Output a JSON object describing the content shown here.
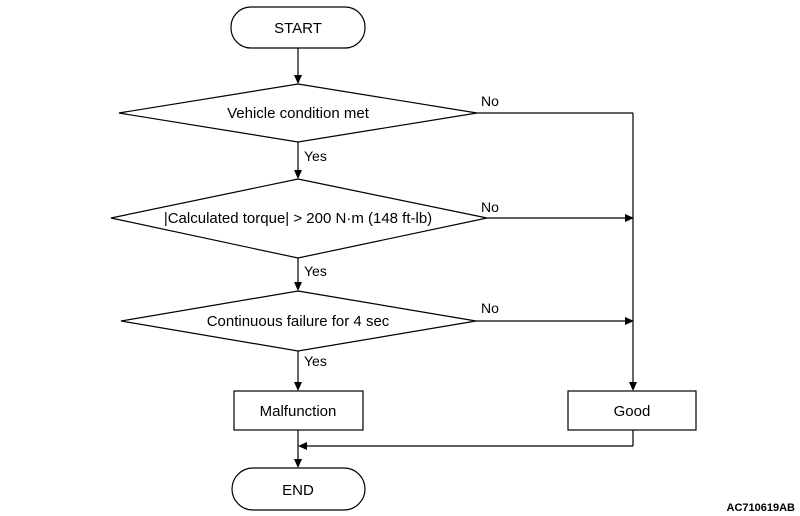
{
  "diagram": {
    "start_label": "START",
    "end_label": "END",
    "decisions": [
      {
        "label": "Vehicle condition met",
        "no_label": "No",
        "yes_label": "Yes"
      },
      {
        "label": "|Calculated torque| > 200 N·m (148 ft-lb)",
        "no_label": "No",
        "yes_label": "Yes"
      },
      {
        "label": "Continuous failure for 4 sec",
        "no_label": "No",
        "yes_label": "Yes"
      }
    ],
    "malfunction_label": "Malfunction",
    "good_label": "Good",
    "figure_code": "AC710619AB"
  }
}
